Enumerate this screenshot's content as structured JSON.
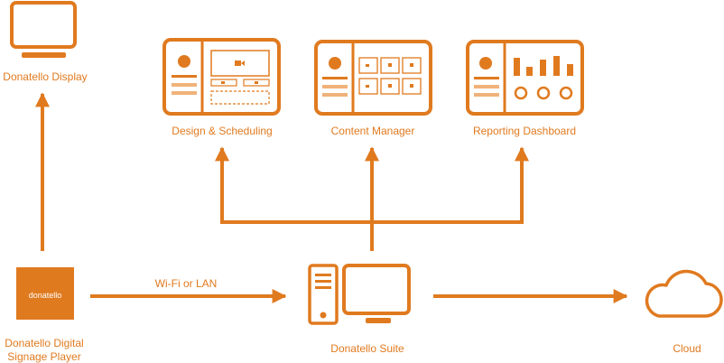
{
  "colors": {
    "accent": "#e07a1f",
    "background": "#ffffff"
  },
  "nodes": {
    "display": {
      "label": "Donatello Display",
      "icon": "monitor-icon"
    },
    "design": {
      "label": "Design & Scheduling",
      "icon": "design-scheduling-app-icon"
    },
    "content": {
      "label": "Content Manager",
      "icon": "content-manager-app-icon"
    },
    "reporting": {
      "label": "Reporting Dashboard",
      "icon": "reporting-dashboard-app-icon"
    },
    "player": {
      "label_line1": "Donatello Digital",
      "label_line2": "Signage Player",
      "device_text": "donatello",
      "icon": "player-box-icon"
    },
    "suite": {
      "label": "Donatello Suite",
      "icon": "desktop-computer-icon"
    },
    "cloud": {
      "label": "Cloud",
      "icon": "cloud-icon"
    }
  },
  "edges": {
    "player_to_suite": {
      "label": "Wi-Fi or LAN"
    }
  }
}
